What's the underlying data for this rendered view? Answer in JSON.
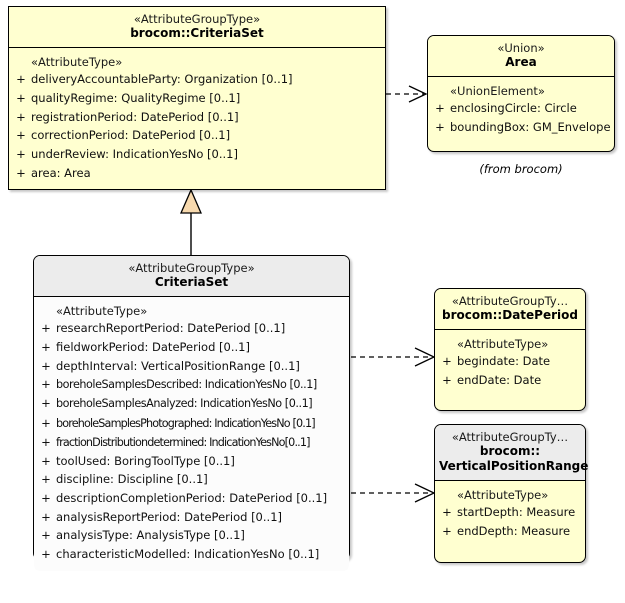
{
  "diagram": {
    "title": "brocom::CriteriaSet UML class diagram",
    "colors": {
      "class_fill_yellow": "#ffffd0",
      "class_fill_grey_header": "#ececec",
      "class_fill_white": "#fcfcfc",
      "border": "#000000",
      "generalization_triangle_fill": "#f7d9ae",
      "connector": "#000000"
    }
  },
  "classes": {
    "brocom_criteriaset": {
      "stereotype": "«AttributeGroupType»",
      "name": "brocom::CriteriaSet",
      "group_stereotype": "«AttributeType»",
      "attributes": [
        {
          "visibility": "+",
          "text": "deliveryAccountableParty: Organization [0..1]"
        },
        {
          "visibility": "+",
          "text": "qualityRegime: QualityRegime [0..1]"
        },
        {
          "visibility": "+",
          "text": "registrationPeriod: DatePeriod [0..1]"
        },
        {
          "visibility": "+",
          "text": "correctionPeriod: DatePeriod [0..1]"
        },
        {
          "visibility": "+",
          "text": "underReview: IndicationYesNo [0..1]"
        },
        {
          "visibility": "+",
          "text": "area: Area"
        }
      ]
    },
    "area": {
      "stereotype": "«Union»",
      "name": "Area",
      "group_stereotype": "«UnionElement»",
      "attributes": [
        {
          "visibility": "+",
          "text": "enclosingCircle: Circle"
        },
        {
          "visibility": "+",
          "text": "boundingBox: GM_Envelope"
        }
      ],
      "note": "(from brocom)"
    },
    "criteriaset": {
      "stereotype": "«AttributeGroupType»",
      "name": "CriteriaSet",
      "group_stereotype": "«AttributeType»",
      "attributes": [
        {
          "visibility": "+",
          "text": "researchReportPeriod: DatePeriod [0..1]"
        },
        {
          "visibility": "+",
          "text": "fieldworkPeriod: DatePeriod [0..1]"
        },
        {
          "visibility": "+",
          "text": "depthInterval: VerticalPositionRange [0..1]"
        },
        {
          "visibility": "+",
          "text": "boreholeSamplesDescribed: IndicationYesNo [0..1]"
        },
        {
          "visibility": "+",
          "text": "boreholeSamplesAnalyzed: IndicationYesNo [0..1]"
        },
        {
          "visibility": "+",
          "text": "boreholeSamplesPhotographed: IndicationYesNo [0.1]"
        },
        {
          "visibility": "+",
          "text": "fractionDistributiondetermined: IndicationYesNo[0..1]"
        },
        {
          "visibility": "+",
          "text": "toolUsed: BoringToolType [0..1]"
        },
        {
          "visibility": "+",
          "text": "discipline: Discipline [0..1]"
        },
        {
          "visibility": "+",
          "text": "descriptionCompletionPeriod: DatePeriod [0..1]"
        },
        {
          "visibility": "+",
          "text": "analysisReportPeriod: DatePeriod [0..1]"
        },
        {
          "visibility": "+",
          "text": "analysisType: AnalysisType [0..1]"
        },
        {
          "visibility": "+",
          "text": "characteristicModelled: IndicationYesNo [0..1]"
        }
      ]
    },
    "dateperiod": {
      "stereotype": "«AttributeGroupTy…",
      "name": "brocom::DatePeriod",
      "group_stereotype": "«AttributeType»",
      "attributes": [
        {
          "visibility": "+",
          "text": "begindate: Date"
        },
        {
          "visibility": "+",
          "text": "endDate: Date"
        }
      ]
    },
    "verticalpositionrange": {
      "stereotype": "«AttributeGroupTy…",
      "name_line1": "brocom::",
      "name_line2": "VerticalPositionRange",
      "group_stereotype": "«AttributeType»",
      "attributes": [
        {
          "visibility": "+",
          "text": "startDepth: Measure"
        },
        {
          "visibility": "+",
          "text": "endDepth: Measure"
        }
      ]
    }
  },
  "connectors": [
    {
      "name": "dependency-criteriaset-to-area",
      "type": "dependency",
      "from": "brocom::CriteriaSet",
      "to": "Area"
    },
    {
      "name": "generalization-criteriaset-to-brocom-criteriaset",
      "type": "generalization",
      "from": "CriteriaSet",
      "to": "brocom::CriteriaSet"
    },
    {
      "name": "dependency-criteriaset-to-dateperiod",
      "type": "dependency",
      "from": "CriteriaSet",
      "to": "brocom::DatePeriod"
    },
    {
      "name": "dependency-criteriaset-to-verticalpositionrange",
      "type": "dependency",
      "from": "CriteriaSet",
      "to": "brocom::VerticalPositionRange"
    }
  ]
}
